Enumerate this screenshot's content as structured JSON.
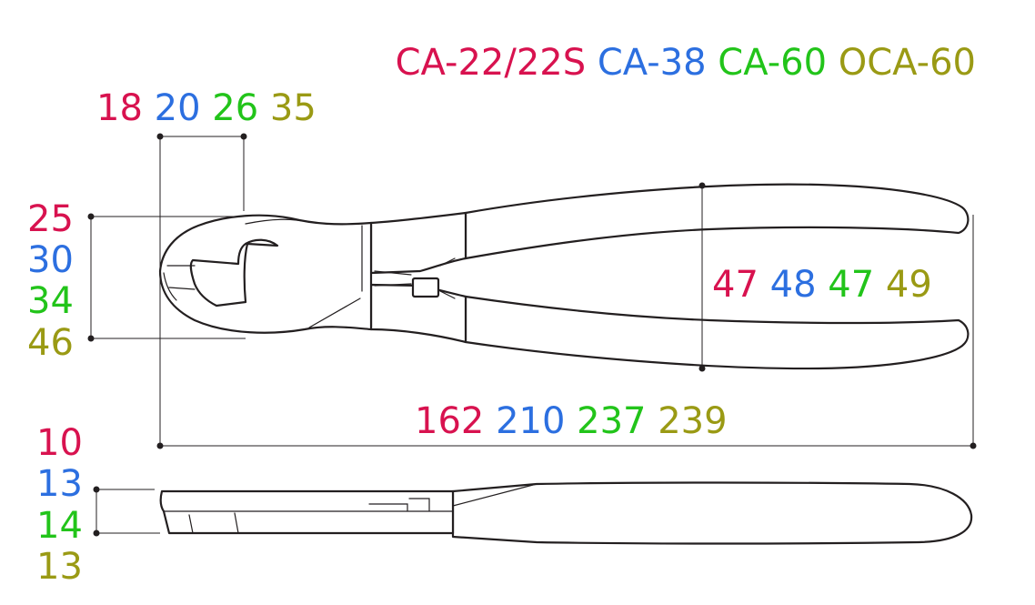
{
  "colors": {
    "red": "#d8124f",
    "blue": "#2c6fe0",
    "green": "#22c41a",
    "olive": "#9a9a14"
  },
  "models": [
    {
      "label": "CA-22/22S",
      "color": "red"
    },
    {
      "label": "CA-38",
      "color": "blue"
    },
    {
      "label": "CA-60",
      "color": "green"
    },
    {
      "label": "OCA-60",
      "color": "olive"
    }
  ],
  "dimensions": {
    "jaw_width": [
      "18",
      "20",
      "26",
      "35"
    ],
    "jaw_height": [
      "25",
      "30",
      "34",
      "46"
    ],
    "handle_width": [
      "47",
      "48",
      "47",
      "49"
    ],
    "overall_length": [
      "162",
      "210",
      "237",
      "239"
    ],
    "thickness": [
      "10",
      "13",
      "14",
      "13"
    ]
  }
}
